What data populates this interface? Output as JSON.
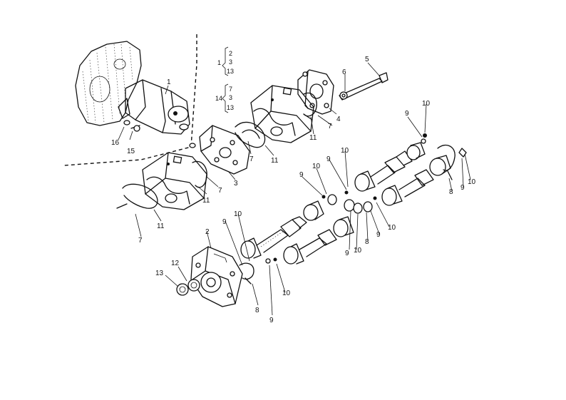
{
  "labels": {
    "p1": "1",
    "p2": "2",
    "p3": "3",
    "p4": "4",
    "p5": "5",
    "p6": "6",
    "p7": "7",
    "p8": "8",
    "p9": "9",
    "p10": "10",
    "p11": "11",
    "p12": "12",
    "p13": "13",
    "p14": "14",
    "p15": "15",
    "p16": "16"
  },
  "kit_groups": {
    "group_a": {
      "parent": "1",
      "items": [
        "2",
        "3",
        "13"
      ]
    },
    "group_b": {
      "parent": "14",
      "items": [
        "7",
        "3",
        "13"
      ]
    }
  }
}
